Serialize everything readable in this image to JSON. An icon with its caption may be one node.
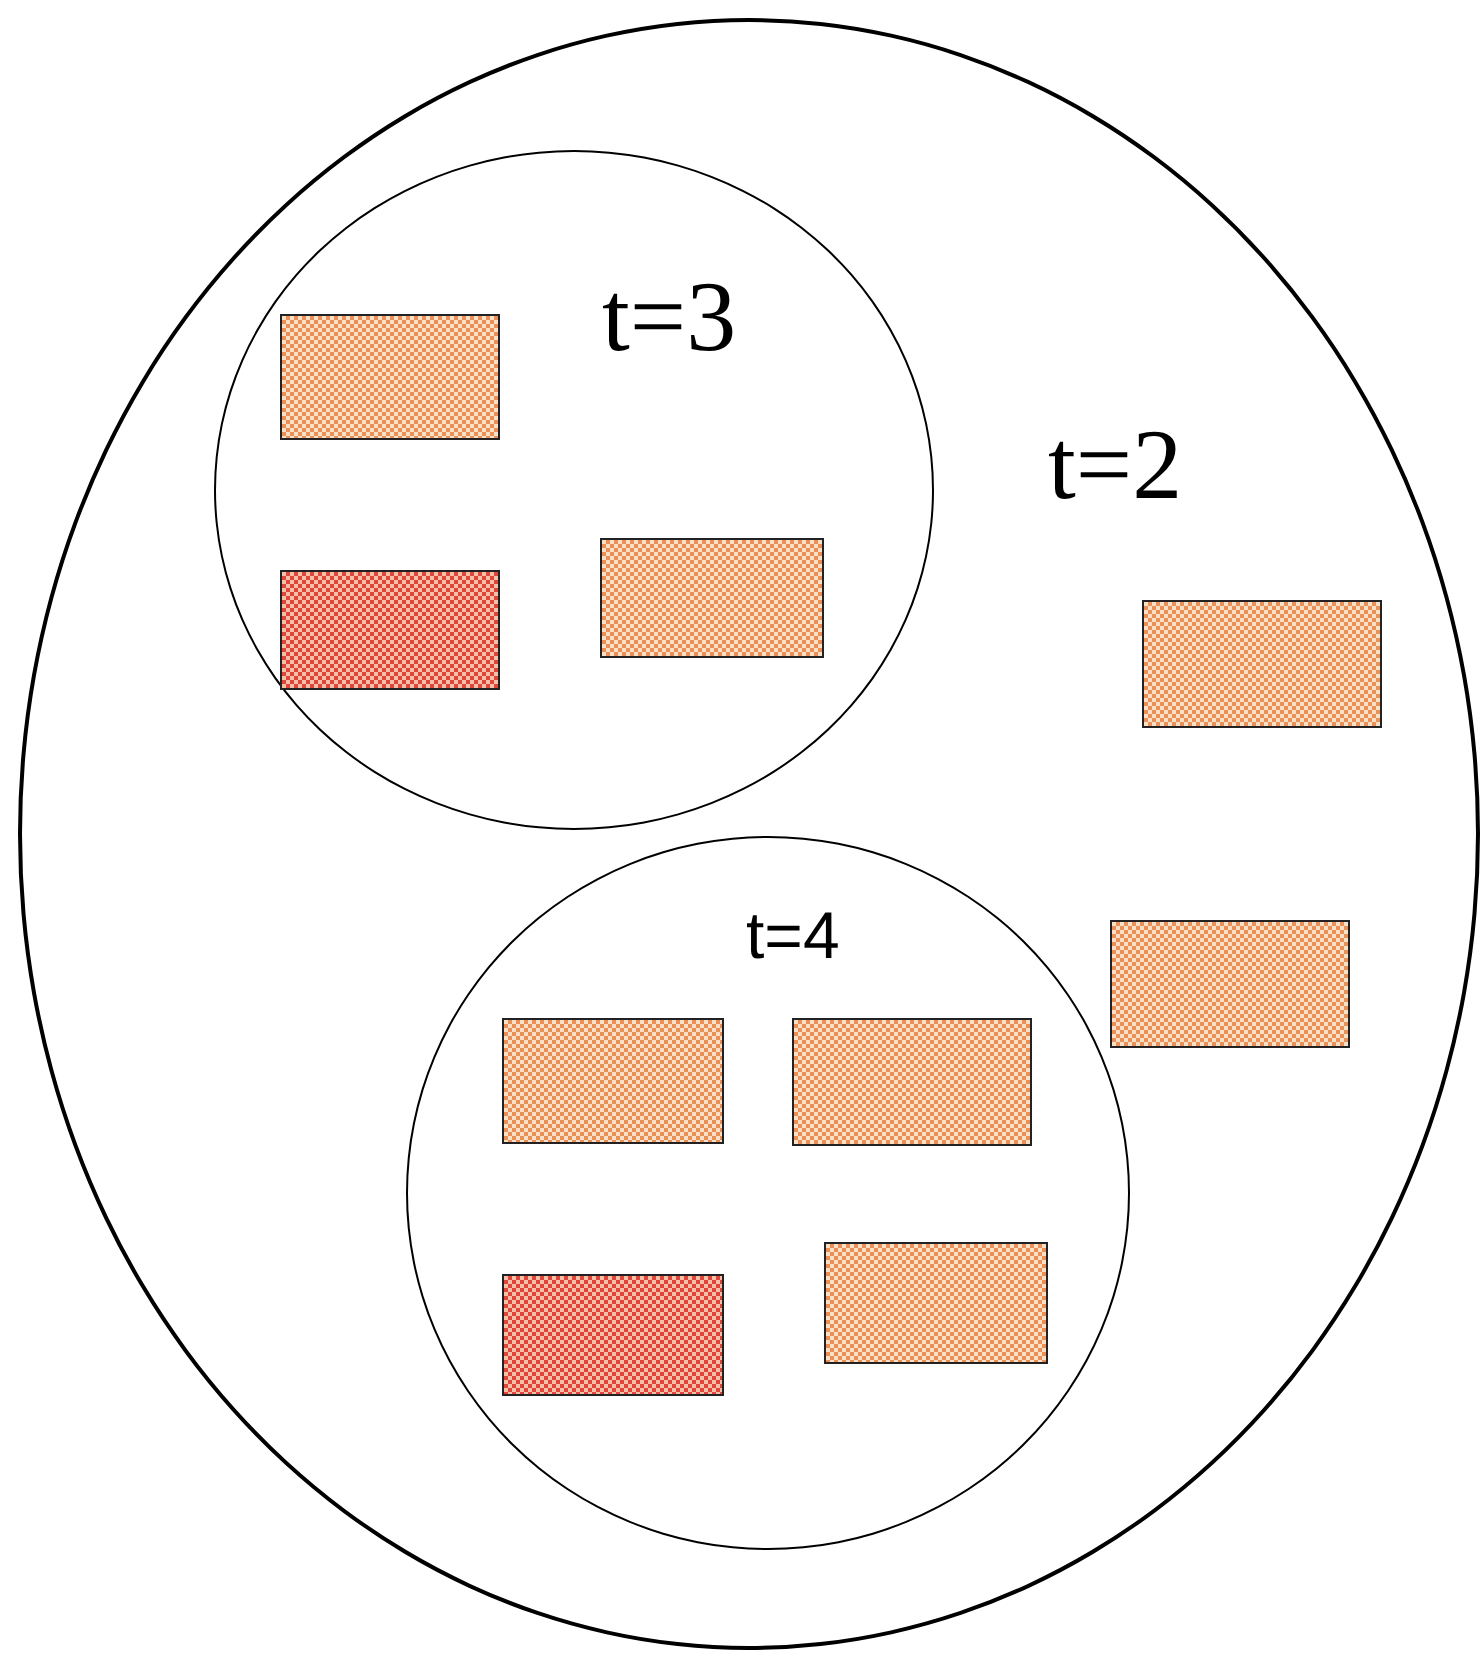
{
  "diagram": {
    "nodes": [
      {
        "text": [
          "t=2"
        ]
      },
      {
        "text": [
          "t=3"
        ],
        "in": 0
      },
      {
        "text": [],
        "shape": "box",
        "in": 1
      },
      {
        "text": [],
        "shape": "box",
        "in": 1
      },
      {
        "text": [],
        "shape": "box",
        "in": 1
      },
      {
        "text": [],
        "shape": "box",
        "in": 0
      },
      {
        "text": [],
        "shape": "box",
        "in": 0
      },
      {
        "text": [
          "t=4"
        ],
        "in": 0
      },
      {
        "text": [],
        "shape": "box",
        "in": 7
      },
      {
        "text": [],
        "shape": "box",
        "in": 7
      },
      {
        "text": [],
        "shape": "box",
        "in": 7
      },
      {
        "text": [],
        "shape": "box",
        "in": 7
      }
    ]
  }
}
